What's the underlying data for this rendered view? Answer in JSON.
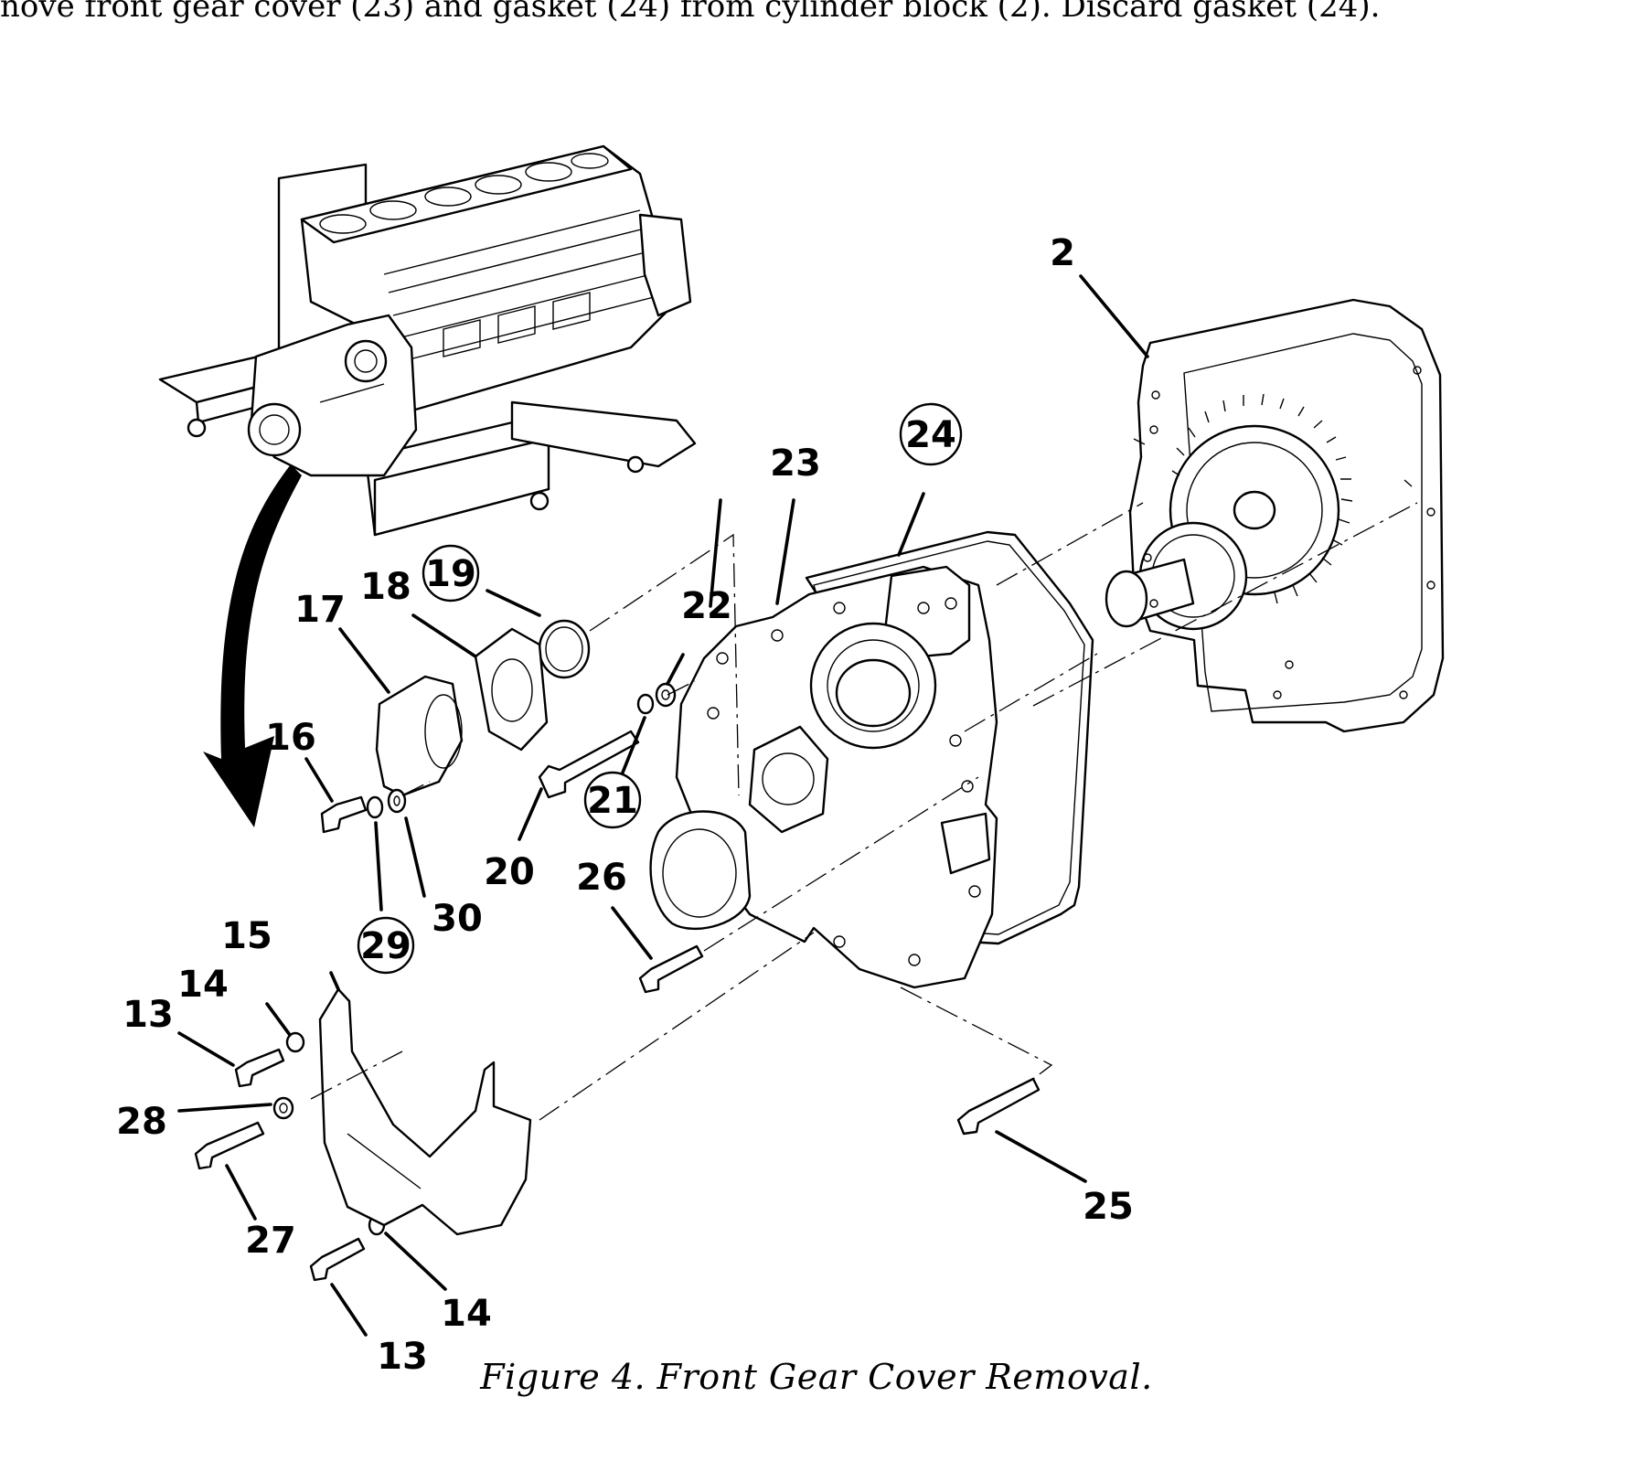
{
  "document": {
    "instruction_text": "nove front gear cover (23) and gasket (24) from cylinder block (2). Discard gasket (24).",
    "figure_caption": "Figure 4.  Front Gear Cover Removal."
  },
  "callouts": {
    "c2": "2",
    "c13a": "13",
    "c13b": "13",
    "c14a": "14",
    "c14b": "14",
    "c15": "15",
    "c16": "16",
    "c17": "17",
    "c18": "18",
    "c19": "19",
    "c20": "20",
    "c21": "21",
    "c22": "22",
    "c23": "23",
    "c24": "24",
    "c25": "25",
    "c26": "26",
    "c27": "27",
    "c28": "28",
    "c29": "29",
    "c30": "30"
  }
}
